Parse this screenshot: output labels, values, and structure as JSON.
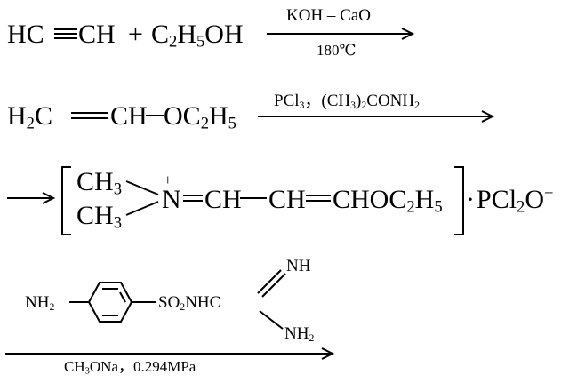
{
  "reactions": {
    "step1": {
      "reactant1": "HC",
      "reactant1b": "CH",
      "plus": "+",
      "reactant2_main": "C",
      "reactant2_sub1": "2",
      "reactant2_mid": "H",
      "reactant2_sub2": "5",
      "reactant2_end": "OH",
      "condition_above": "KOH – CaO",
      "condition_below": "180℃"
    },
    "step2": {
      "prefix": "H",
      "prefix_sub": "2",
      "prefix_end": "C",
      "mid": "CH",
      "end_main": "OC",
      "end_sub1": "2",
      "end_mid": "H",
      "end_sub2": "5",
      "condition_above_a": "PCl",
      "condition_above_a_sub": "3",
      "condition_above_b": "，(CH",
      "condition_above_b_sub": "3",
      "condition_above_c": ")",
      "condition_above_c_sub": "2",
      "condition_above_d": "CONH",
      "condition_above_d_sub": "2"
    },
    "step3": {
      "methyl_top": "CH",
      "methyl_top_sub": "3",
      "methyl_bottom": "CH",
      "methyl_bottom_sub": "3",
      "plus_charge": "+",
      "nitrogen": "N",
      "chain_a": "CH",
      "chain_b": "CH",
      "chain_c": "CHOC",
      "chain_c_sub1": "2",
      "chain_c_mid": "H",
      "chain_c_sub2": "5",
      "dot": "·",
      "counterion_a": "PCl",
      "counterion_sub": "2",
      "counterion_b": "O",
      "counterion_charge": "−"
    },
    "step4": {
      "amine": "NH",
      "amine_sub": "2",
      "sulfonyl": "SO",
      "sulfonyl_sub": "2",
      "nhc": "NHC",
      "imine": "NH",
      "amino": "NH",
      "amino_sub": "2",
      "condition_below_a": "CH",
      "condition_below_a_sub": "3",
      "condition_below_b": "ONa，0.294MPa"
    }
  }
}
